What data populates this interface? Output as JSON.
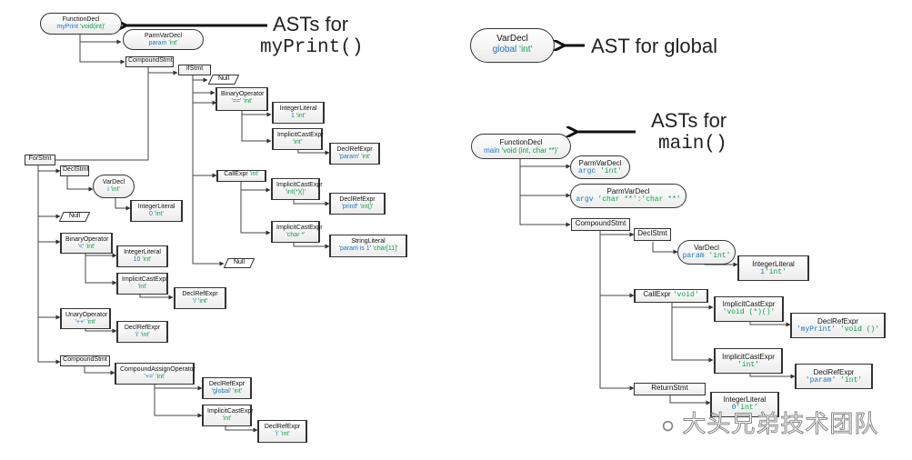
{
  "captions": {
    "my_print": {
      "line1": "ASTs for",
      "line2": "myPrint()"
    },
    "global": {
      "text": "AST for global"
    },
    "main": {
      "line1": "ASTs for",
      "line2": "main()"
    }
  },
  "colors": {
    "name": "#1b74c4",
    "type": "#0aa14a",
    "border": "#333333"
  },
  "watermark": "大头兄弟技术团队",
  "my_print_tree": {
    "function_decl": {
      "kind": "FunctionDecl",
      "name": "myPrint",
      "type": "'void(int)'"
    },
    "parm_var_decl": {
      "kind": "ParmVarDecl",
      "name": "param",
      "type": "'int'"
    },
    "compound_stmt": {
      "kind": "CompoundStmt"
    },
    "if_stmt": {
      "kind": "IfStmt"
    },
    "if_null": {
      "kind": "Null"
    },
    "if_binop": {
      "kind": "BinaryOperator",
      "op": "'=='",
      "type": "'int'"
    },
    "if_intlit": {
      "kind": "IntegerLiteral",
      "value": "1",
      "type": "'int'"
    },
    "if_implicit": {
      "kind": "ImplicitCastExpr",
      "type": "'int'"
    },
    "if_declref": {
      "kind": "DeclRefExpr",
      "name": "'param'",
      "type": "'int'"
    },
    "callexpr": {
      "kind": "CallExpr",
      "type": "'int'"
    },
    "call_implicit1": {
      "kind": "ImplicitCastExpr",
      "type": "'int(*)()'"
    },
    "call_declref": {
      "kind": "DeclRefExpr",
      "name": "'printf'",
      "type": "'int()'"
    },
    "call_implicit2": {
      "kind": "ImplicitCastExpr",
      "type": "'char *'"
    },
    "string_literal": {
      "kind": "StringLiteral",
      "value": "'param is 1'",
      "type": "'char[11]'"
    },
    "else_null": {
      "kind": "Null"
    },
    "for_stmt": {
      "kind": "ForStmt"
    },
    "for_declstmt": {
      "kind": "DeclStmt"
    },
    "for_vardecl": {
      "kind": "VarDecl",
      "name": "i",
      "type": "'int'"
    },
    "for_intlit0": {
      "kind": "IntegerLiteral",
      "value": "0",
      "type": "'int'"
    },
    "for_null": {
      "kind": "Null"
    },
    "for_binop": {
      "kind": "BinaryOperator",
      "op": "'<'",
      "type": "'int'"
    },
    "for_intlit10": {
      "kind": "IntegerLiteral",
      "value": "10",
      "type": "'int'"
    },
    "for_implicit": {
      "kind": "ImplicitCastExpr",
      "type": "'int'"
    },
    "for_declref_i1": {
      "kind": "DeclRefExpr",
      "name": "'i'",
      "type": "'int'"
    },
    "for_unop": {
      "kind": "UnaryOperator",
      "op": "'++'",
      "type": "'int'"
    },
    "for_declref_i2": {
      "kind": "DeclRefExpr",
      "name": "'i'",
      "type": "'int'"
    },
    "for_compound": {
      "kind": "CompoundStmt"
    },
    "cao": {
      "kind": "CompoundAssignOperator",
      "op": "'+='",
      "type": "'int'"
    },
    "cao_declref_global": {
      "kind": "DeclRefExpr",
      "name": "'global'",
      "type": "'int'"
    },
    "cao_implicit": {
      "kind": "ImplicitCastExpr",
      "type": "'int'"
    },
    "cao_declref_i": {
      "kind": "DeclRefExpr",
      "name": "'i'",
      "type": "'int'"
    }
  },
  "global_tree": {
    "var_decl": {
      "kind": "VarDecl",
      "name": "global",
      "type": "'int'"
    }
  },
  "main_tree": {
    "function_decl": {
      "kind": "FunctionDecl",
      "name": "main",
      "type": "'void (int, char **)'"
    },
    "parm_argc": {
      "kind": "ParmVarDecl",
      "name": "argc",
      "type": "'int'"
    },
    "parm_argv": {
      "kind": "ParmVarDecl",
      "name": "argv",
      "type": "'char **':'char **'"
    },
    "compound_stmt": {
      "kind": "CompoundStmt"
    },
    "decl_stmt": {
      "kind": "DeclStmt"
    },
    "var_decl": {
      "kind": "VarDecl",
      "name": "param",
      "type": "'int'"
    },
    "int_lit1": {
      "kind": "IntegerLiteral",
      "value": "1",
      "type": "'int'"
    },
    "call_expr": {
      "kind": "CallExpr",
      "type": "'void'"
    },
    "implicit_fn": {
      "kind": "ImplicitCastExpr",
      "type": "'void (*)()'"
    },
    "declref_myprint": {
      "kind": "DeclRefExpr",
      "name": "'myPrint'",
      "type": "'void ()'"
    },
    "implicit_int": {
      "kind": "ImplicitCastExpr",
      "type": "'int'"
    },
    "declref_param": {
      "kind": "DeclRefExpr",
      "name": "'param'",
      "type": "'int'"
    },
    "return_stmt": {
      "kind": "ReturnStmt"
    },
    "int_lit0": {
      "kind": "IntegerLiteral",
      "value": "0",
      "type": "'int'"
    }
  }
}
